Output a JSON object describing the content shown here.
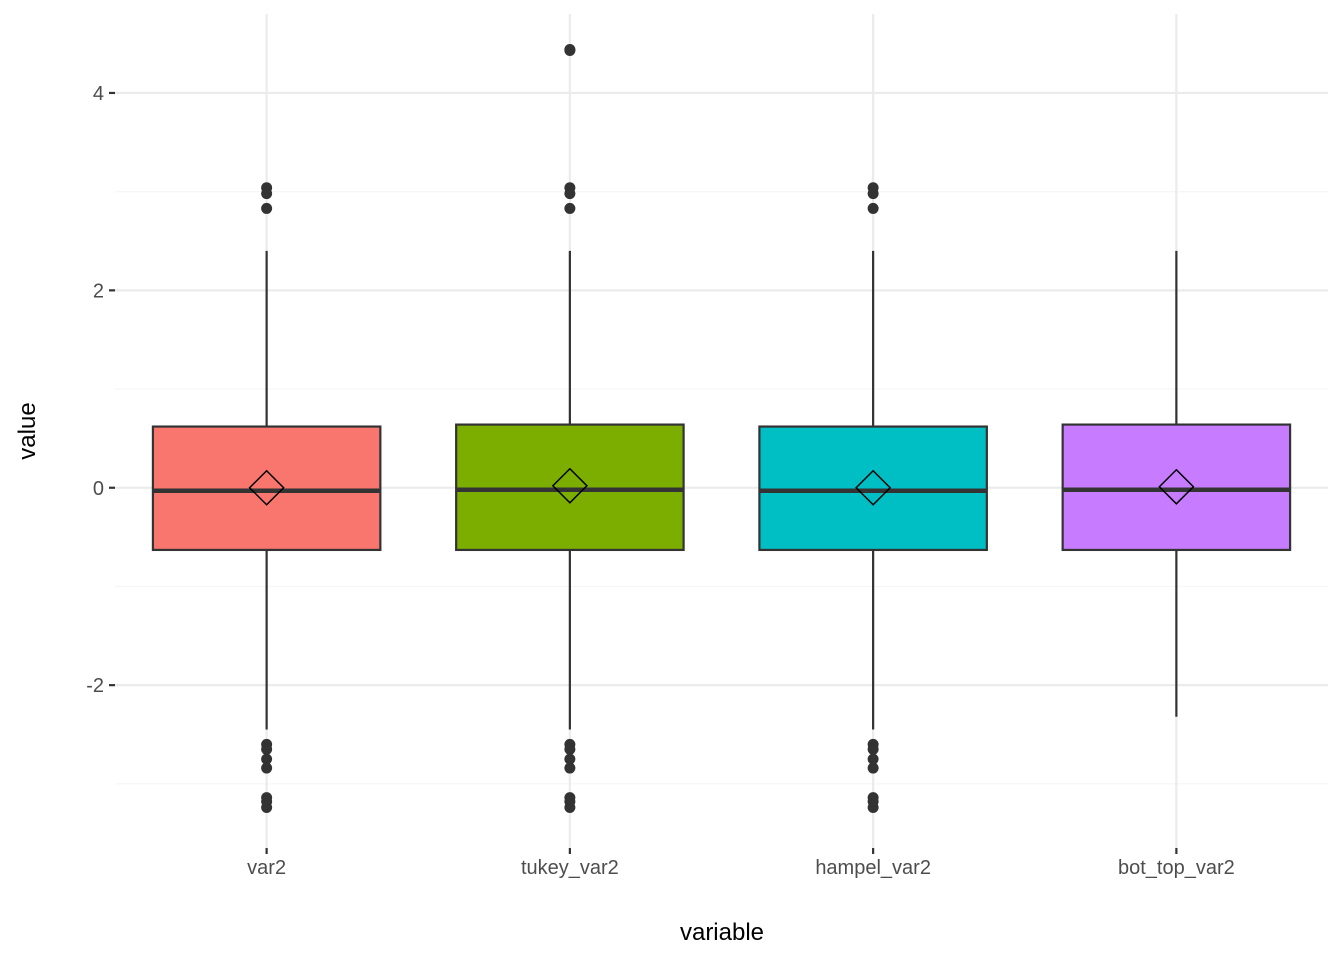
{
  "chart_data": {
    "type": "boxplot",
    "title": "",
    "xlabel": "variable",
    "ylabel": "value",
    "ylim": [
      -3.65,
      4.8
    ],
    "y_ticks": [
      -2,
      0,
      2,
      4
    ],
    "y_tick_labels": [
      "-2",
      "0",
      "2",
      "4"
    ],
    "grid": true,
    "legend": "none",
    "categories": [
      "var2",
      "tukey_var2",
      "hampel_var2",
      "bot_top_var2"
    ],
    "series": [
      {
        "category": "var2",
        "color": "#F8766D",
        "q1": -0.63,
        "median": -0.03,
        "q3": 0.62,
        "whisker_low": -2.45,
        "whisker_high": 2.4,
        "mean": 0.0,
        "outliers": [
          3.04,
          2.98,
          2.83,
          -2.6,
          -2.65,
          -2.75,
          -2.84,
          -3.14,
          -3.18,
          -3.24
        ]
      },
      {
        "category": "tukey_var2",
        "color": "#7CAE00",
        "q1": -0.63,
        "median": -0.02,
        "q3": 0.64,
        "whisker_low": -2.45,
        "whisker_high": 2.4,
        "mean": 0.02,
        "outliers": [
          4.43,
          4.44,
          3.04,
          2.98,
          2.83,
          -2.6,
          -2.65,
          -2.75,
          -2.84,
          -3.14,
          -3.18,
          -3.24
        ]
      },
      {
        "category": "hampel_var2",
        "color": "#00BFC4",
        "q1": -0.63,
        "median": -0.03,
        "q3": 0.62,
        "whisker_low": -2.45,
        "whisker_high": 2.4,
        "mean": 0.0,
        "outliers": [
          3.04,
          2.98,
          2.83,
          -2.6,
          -2.65,
          -2.75,
          -2.84,
          -3.14,
          -3.18,
          -3.24
        ]
      },
      {
        "category": "bot_top_var2",
        "color": "#C77CFF",
        "q1": -0.63,
        "median": -0.02,
        "q3": 0.64,
        "whisker_low": -2.32,
        "whisker_high": 2.4,
        "mean": 0.01,
        "outliers": []
      }
    ]
  }
}
